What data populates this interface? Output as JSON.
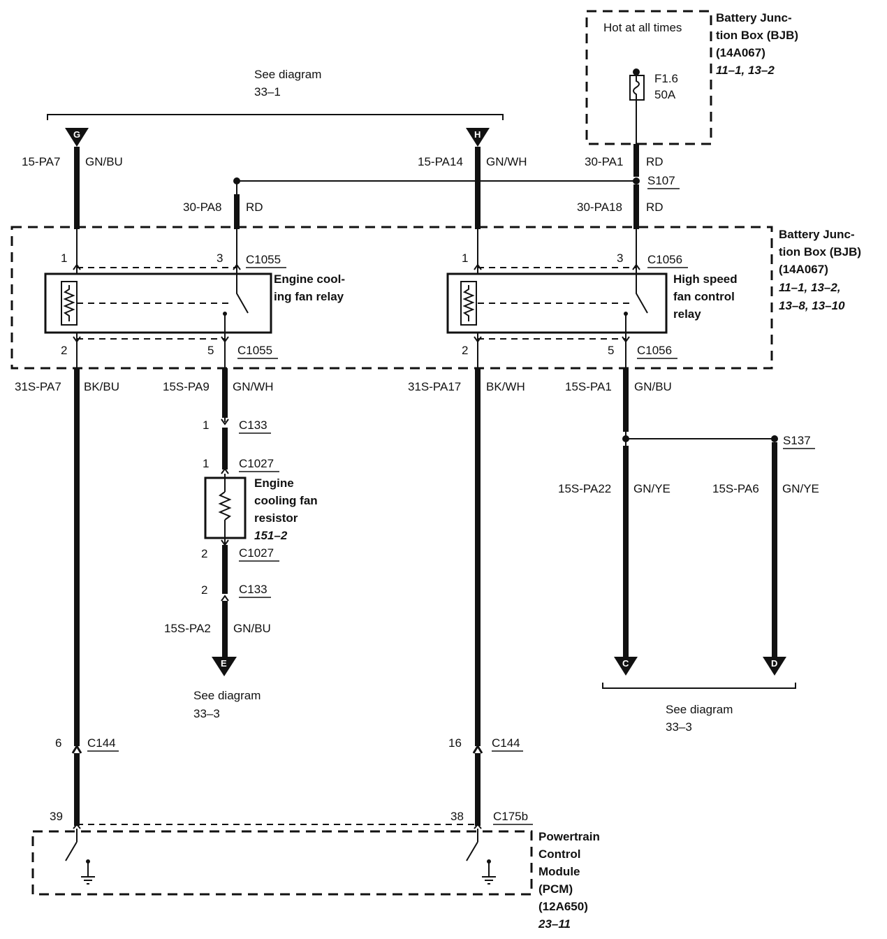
{
  "bjb_top": {
    "hot_label": "Hot at all times",
    "fuse_id": "F1.6",
    "fuse_rating": "50A",
    "name_line1": "Battery Junc-",
    "name_line2": "tion Box (BJB)",
    "part": "(14A067)",
    "refs": "11–1, 13–2"
  },
  "bjb_main": {
    "name_line1": "Battery Junc-",
    "name_line2": "tion Box (BJB)",
    "part": "(14A067)",
    "refs_line1": "11–1, 13–2,",
    "refs_line2": "13–8, 13–10"
  },
  "see_top": {
    "line1": "See diagram",
    "line2": "33–1"
  },
  "see_e": {
    "line1": "See diagram",
    "line2": "33–3"
  },
  "see_cd": {
    "line1": "See diagram",
    "line2": "33–3"
  },
  "terminals": {
    "g": "G",
    "h": "H",
    "e": "E",
    "c": "C",
    "d": "D"
  },
  "wires": {
    "pa7_circuit": "15-PA7",
    "pa7_color": "GN/BU",
    "pa14_circuit": "15-PA14",
    "pa14_color": "GN/WH",
    "pa1_circuit": "30-PA1",
    "pa1_color": "RD",
    "pa8_circuit": "30-PA8",
    "pa8_color": "RD",
    "pa18_circuit": "30-PA18",
    "pa18_color": "RD",
    "s_pa7_circuit": "31S-PA7",
    "s_pa7_color": "BK/BU",
    "s_pa9_circuit": "15S-PA9",
    "s_pa9_color": "GN/WH",
    "s_pa17_circuit": "31S-PA17",
    "s_pa17_color": "BK/WH",
    "s_pa1_circuit": "15S-PA1",
    "s_pa1_color": "GN/BU",
    "s_pa22_circuit": "15S-PA22",
    "s_pa22_color": "GN/YE",
    "s_pa6_circuit": "15S-PA6",
    "s_pa6_color": "GN/YE",
    "s_pa2_circuit": "15S-PA2",
    "s_pa2_color": "GN/BU"
  },
  "splices": {
    "s107": "S107",
    "s137": "S137"
  },
  "relay1": {
    "name_line1": "Engine cool-",
    "name_line2": "ing fan relay",
    "pin1": "1",
    "pin3": "3",
    "pin2": "2",
    "pin5": "5",
    "conn_top": "C1055",
    "conn_bottom": "C1055"
  },
  "relay2": {
    "name_line1": "High speed",
    "name_line2": "fan control",
    "name_line3": "relay",
    "pin1": "1",
    "pin3": "3",
    "pin2": "2",
    "pin5": "5",
    "conn_top": "C1056",
    "conn_bottom": "C1056"
  },
  "resistor": {
    "name_line1": "Engine",
    "name_line2": "cooling fan",
    "name_line3": "resistor",
    "ref": "151–2",
    "c133_pin_top": "1",
    "c133_top": "C133",
    "c1027_pin_top": "1",
    "c1027_top": "C1027",
    "c1027_pin_bottom": "2",
    "c1027_bottom": "C1027",
    "c133_pin_bottom": "2",
    "c133_bottom": "C133"
  },
  "c144": {
    "pin_left": "6",
    "conn_left": "C144",
    "pin_right": "16",
    "conn_right": "C144"
  },
  "pcm": {
    "pin_left": "39",
    "pin_right": "38",
    "conn": "C175b",
    "name_line1": "Powertrain",
    "name_line2": "Control",
    "name_line3": "Module",
    "name_line4": "(PCM)",
    "part": "(12A650)",
    "ref": "23–11"
  }
}
